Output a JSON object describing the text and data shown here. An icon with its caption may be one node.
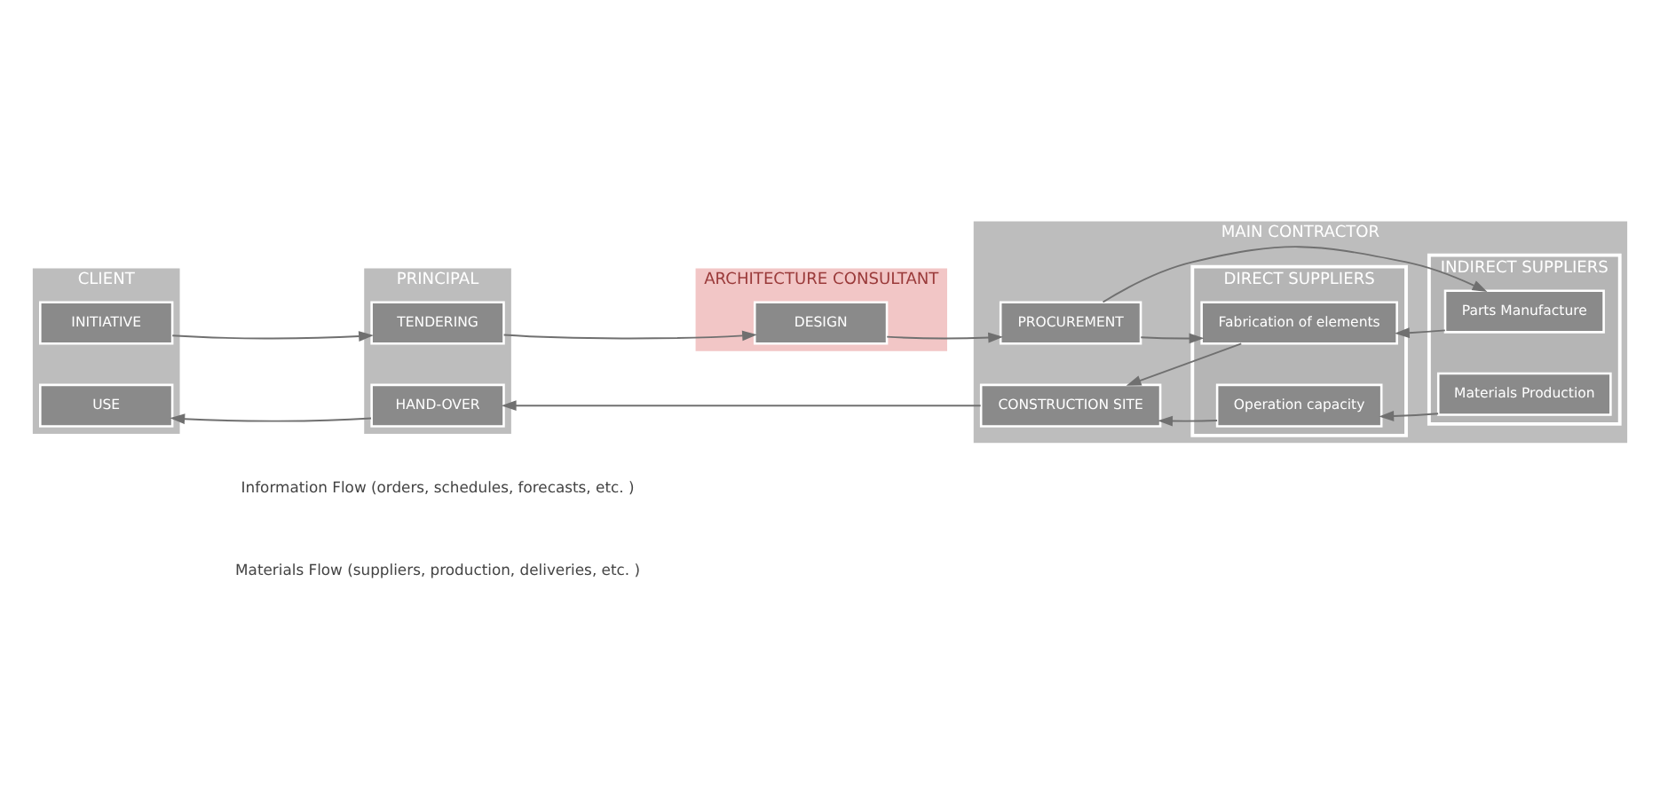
{
  "diagram": {
    "nodes": [
      {
        "text": [
          "CLIENT"
        ]
      },
      {
        "text": [
          "INITIATIVE"
        ],
        "in": 0
      },
      {
        "text": [
          "USE"
        ],
        "in": 0
      },
      {
        "text": [
          "PRINCIPAL"
        ]
      },
      {
        "text": [
          "TENDERING"
        ],
        "in": 3
      },
      {
        "text": [
          "HAND-OVER"
        ],
        "in": 3
      },
      {
        "text": [
          "ARCHITECTURE CONSULTANT"
        ]
      },
      {
        "text": [
          "DESIGN"
        ],
        "in": 6
      },
      {
        "text": [
          "MAIN CONTRACTOR"
        ]
      },
      {
        "text": [
          "PROCUREMENT"
        ],
        "in": 8
      },
      {
        "text": [
          "CONSTRUCTION SITE"
        ],
        "in": 8
      },
      {
        "text": [
          "DIRECT SUPPLIERS"
        ],
        "in": 8
      },
      {
        "text": [
          "Fabrication of elements"
        ],
        "in": 11
      },
      {
        "text": [
          "Operation capacity"
        ],
        "in": 11
      },
      {
        "text": [
          "INDIRECT SUPPLIERS"
        ],
        "in": 8
      },
      {
        "text": [
          "Parts Manufacture"
        ],
        "in": 14
      },
      {
        "text": [
          "Materials Production"
        ],
        "in": 14
      }
    ],
    "edges": [
      {
        "from": 1,
        "to": 4,
        "arrow": "to"
      },
      {
        "from": 4,
        "to": 7,
        "arrow": "to"
      },
      {
        "from": 7,
        "to": 9,
        "arrow": "to"
      },
      {
        "from": 9,
        "to": 12,
        "arrow": "to"
      },
      {
        "from": 9,
        "to": 15,
        "arrow": "to"
      },
      {
        "from": 15,
        "to": 12,
        "arrow": "to"
      },
      {
        "from": 12,
        "to": 10,
        "arrow": "to"
      },
      {
        "from": 16,
        "to": 13,
        "arrow": "to"
      },
      {
        "from": 13,
        "to": 10,
        "arrow": "to"
      },
      {
        "from": 10,
        "to": 5,
        "arrow": "to"
      },
      {
        "from": 5,
        "to": 2,
        "arrow": "to"
      }
    ],
    "labels": [
      "Information Flow (orders, schedules, forecasts, etc. )",
      "Materials Flow (suppliers, production, deliveries, etc. )"
    ]
  }
}
